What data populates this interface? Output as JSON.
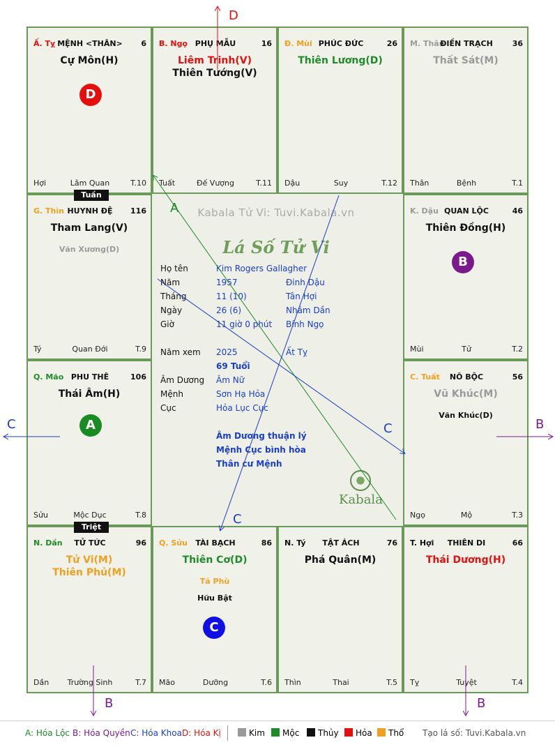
{
  "cells": [
    {
      "can": "Ấ. Tỵ",
      "can_color": "#e31010",
      "palace": "MỆNH <THÂN>",
      "num": "6",
      "main": [
        {
          "t": "Cự Môn(H)",
          "c": "c-black"
        }
      ],
      "sub": [],
      "foot": [
        "Hợi",
        "Lâm Quan",
        "T.10"
      ]
    },
    {
      "can": "B. Ngọ",
      "can_color": "#e31010",
      "palace": "PHỤ MẪU",
      "num": "16",
      "main": [
        {
          "t": "Liêm Trinh(V)",
          "c": "c-red"
        },
        {
          "t": "Thiên Tướng(V)",
          "c": "c-black"
        }
      ],
      "sub": [],
      "foot": [
        "Tuất",
        "Đế Vượng",
        "T.11"
      ]
    },
    {
      "can": "Đ. Mùi",
      "can_color": "#f0a020",
      "palace": "PHÚC ĐỨC",
      "num": "26",
      "main": [
        {
          "t": "Thiên Lương(D)",
          "c": "c-green"
        }
      ],
      "sub": [],
      "foot": [
        "Dậu",
        "Suy",
        "T.12"
      ]
    },
    {
      "can": "M. Thân",
      "can_color": "#9a9a9a",
      "palace": "ĐIỀN TRẠCH",
      "num": "36",
      "main": [
        {
          "t": "Thất Sát(M)",
          "c": "c-gray"
        }
      ],
      "sub": [],
      "foot": [
        "Thân",
        "Bệnh",
        "T.1"
      ]
    },
    {
      "can": "G. Thìn",
      "can_color": "#f0a020",
      "palace": "HUYNH ĐỆ",
      "num": "116",
      "main": [
        {
          "t": "Tham Lang(V)",
          "c": "c-black"
        }
      ],
      "sub": [
        {
          "t": "Văn Xương(D)",
          "c": "c-gray"
        }
      ],
      "foot": [
        "Tý",
        "Quan Đới",
        "T.9"
      ]
    },
    {
      "can": "K. Dậu",
      "can_color": "#9a9a9a",
      "palace": "QUAN LỘC",
      "num": "46",
      "main": [
        {
          "t": "Thiên Đồng(H)",
          "c": "c-black"
        }
      ],
      "sub": [],
      "foot": [
        "Mùi",
        "Tử",
        "T.2"
      ]
    },
    {
      "can": "Q. Mão",
      "can_color": "#1f8a2a",
      "palace": "PHU THÊ",
      "num": "106",
      "main": [
        {
          "t": "Thái Âm(H)",
          "c": "c-black"
        }
      ],
      "sub": [],
      "foot": [
        "Sửu",
        "Mộc Dục",
        "T.8"
      ]
    },
    {
      "can": "C. Tuất",
      "can_color": "#f0a020",
      "palace": "NÔ BỘC",
      "num": "56",
      "main": [
        {
          "t": "Vũ Khúc(M)",
          "c": "c-gray"
        }
      ],
      "sub": [
        {
          "t": "Văn Khúc(D)",
          "c": "c-black"
        }
      ],
      "foot": [
        "Ngọ",
        "Mộ",
        "T.3"
      ]
    },
    {
      "can": "N. Dần",
      "can_color": "#1f8a2a",
      "palace": "TỬ TỨC",
      "num": "96",
      "main": [
        {
          "t": "Tử Vi(M)",
          "c": "c-orange"
        },
        {
          "t": "Thiên Phủ(M)",
          "c": "c-orange"
        }
      ],
      "sub": [],
      "foot": [
        "Dần",
        "Trường Sinh",
        "T.7"
      ]
    },
    {
      "can": "Q. Sửu",
      "can_color": "#f0a020",
      "palace": "TÀI BẠCH",
      "num": "86",
      "main": [
        {
          "t": "Thiên Cơ(D)",
          "c": "c-green"
        }
      ],
      "sub": [
        {
          "t": "Tả Phù",
          "c": "c-orange"
        },
        {
          "t": "Hữu Bật",
          "c": "c-black"
        }
      ],
      "foot": [
        "Mão",
        "Dưỡng",
        "T.6"
      ]
    },
    {
      "can": "N. Tý",
      "can_color": "#111111",
      "palace": "TẬT ÁCH",
      "num": "76",
      "main": [
        {
          "t": "Phá Quân(M)",
          "c": "c-black"
        }
      ],
      "sub": [],
      "foot": [
        "Thìn",
        "Thai",
        "T.5"
      ]
    },
    {
      "can": "T. Hợi",
      "can_color": "#111111",
      "palace": "THIÊN DI",
      "num": "66",
      "main": [
        {
          "t": "Thái Dương(H)",
          "c": "c-red"
        }
      ],
      "sub": [],
      "foot": [
        "Tỵ",
        "Tuyệt",
        "T.4"
      ]
    }
  ],
  "markers": {
    "tuan": "Tuần",
    "triet": "Triệt",
    "d": "D",
    "b": "B",
    "a": "A",
    "c": "C"
  },
  "center": {
    "watermark": "Kabala Tử Vi: Tuvi.Kabala.vn",
    "title": "Lá Số Tử Vi",
    "rows": [
      {
        "label": "Họ tên",
        "v1": "Kim Rogers Gallagher",
        "v2": ""
      },
      {
        "label": "Năm",
        "v1": "1957",
        "v2": "Đinh Dậu"
      },
      {
        "label": "Tháng",
        "v1": "11 (10)",
        "v2": "Tân Hợi"
      },
      {
        "label": "Ngày",
        "v1": "26 (6)",
        "v2": "Nhâm Dần"
      },
      {
        "label": "Giờ",
        "v1": "11 giờ 0 phút",
        "v2": "Bính Ngọ"
      },
      {
        "label": "Năm xem",
        "v1": "2025",
        "v2": "Ất Tỵ"
      },
      {
        "label": "",
        "v1": "69 Tuổi",
        "v2": ""
      },
      {
        "label": "Âm Dương",
        "v1": "Âm Nữ",
        "v2": ""
      },
      {
        "label": "Mệnh",
        "v1": "Sơn Hạ Hỏa",
        "v2": ""
      },
      {
        "label": "Cục",
        "v1": "Hỏa Lục Cục",
        "v2": ""
      }
    ],
    "notes": [
      "Âm Dương thuận lý",
      "Mệnh Cục bình hòa",
      "Thân cư Mệnh"
    ],
    "logo": "Kabala"
  },
  "arrows": {
    "d": "D",
    "c": "C",
    "b": "B",
    "a": "A"
  },
  "legend": {
    "hoa_loc": "A: Hóa Lộc",
    "hoa_quyen": "B: Hóa Quyền",
    "hoa_khoa": "C: Hóa Khoa",
    "hoa_ki": "D: Hóa Kị",
    "kim": "Kim",
    "moc": "Mộc",
    "thuy": "Thủy",
    "hoa": "Hỏa",
    "tho": "Thổ",
    "credit": "Tạo lá số: Tuvi.Kabala.vn",
    "colors": {
      "kim": "#999999",
      "moc": "#1f8a2a",
      "thuy": "#111111",
      "hoa": "#e31010",
      "tho": "#f0a020"
    }
  }
}
